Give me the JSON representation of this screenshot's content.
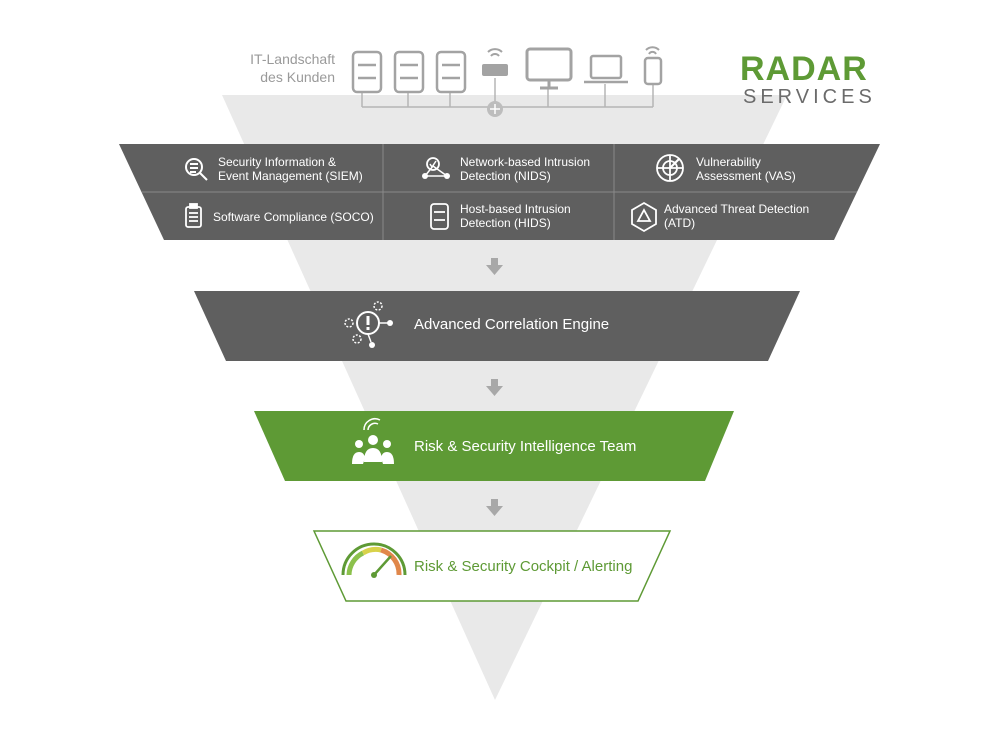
{
  "infrastructure": {
    "label_line1": "IT-Landschaft",
    "label_line2": "des Kunden"
  },
  "logo": {
    "top": "RADAR",
    "bottom": "SERVICES"
  },
  "modules": {
    "siem": {
      "line1": "Security Information &",
      "line2": "Event Management (SIEM)",
      "icon": "siem-icon"
    },
    "nids": {
      "line1": "Network-based Intrusion",
      "line2": "Detection (NIDS)",
      "icon": "nids-icon"
    },
    "vas": {
      "line1": "Vulnerability",
      "line2": "Assessment (VAS)",
      "icon": "vas-icon"
    },
    "soco": {
      "line1": "Software Compliance (SOCO)",
      "icon": "soco-icon"
    },
    "hids": {
      "line1": "Host-based Intrusion",
      "line2": "Detection (HIDS)",
      "icon": "hids-icon"
    },
    "atd": {
      "line1": "Advanced Threat Detection",
      "line2": "(ATD)",
      "icon": "atd-icon"
    }
  },
  "stages": {
    "correlation": "Advanced Correlation Engine",
    "team": "Risk & Security Intelligence Team",
    "cockpit": "Risk & Security Cockpit / Alerting"
  },
  "colors": {
    "dark_band": "#5f5f5f",
    "green": "#5e9a35",
    "funnel": "#e9e9e9",
    "icon_grey": "#a3a3a3"
  }
}
